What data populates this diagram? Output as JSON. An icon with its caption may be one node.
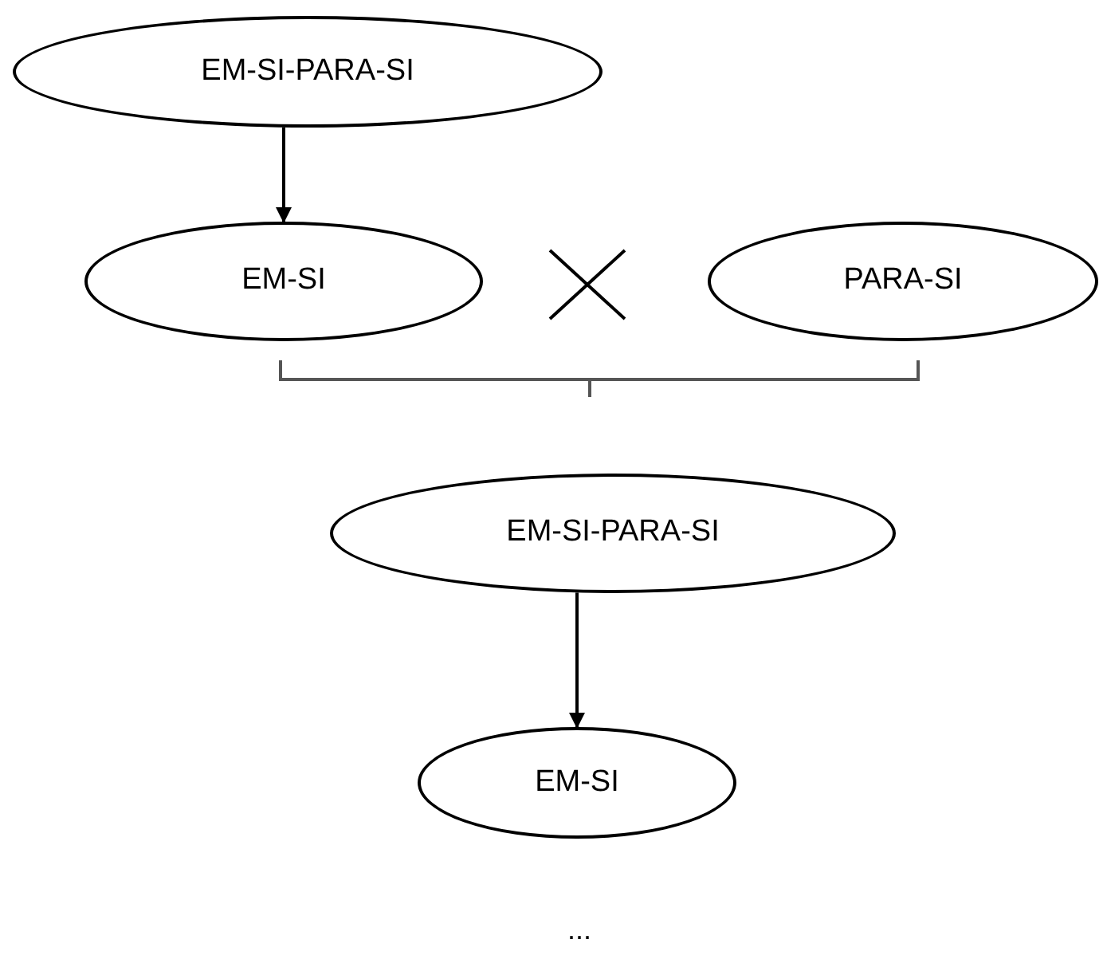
{
  "diagram": {
    "nodes": [
      {
        "text": [
          "EM-SI-PARA-SI"
        ]
      },
      {
        "text": [
          "EM-SI"
        ]
      },
      {
        "text": [
          "PARA-SI"
        ]
      },
      {
        "text": [
          "EM-SI-PARA-SI"
        ]
      },
      {
        "text": [
          "EM-SI"
        ]
      }
    ],
    "edges": [
      {
        "from": 0,
        "to": 1,
        "arrow": "to"
      },
      {
        "from": 3,
        "to": 4,
        "arrow": "to"
      }
    ],
    "labels": [
      "..."
    ]
  }
}
